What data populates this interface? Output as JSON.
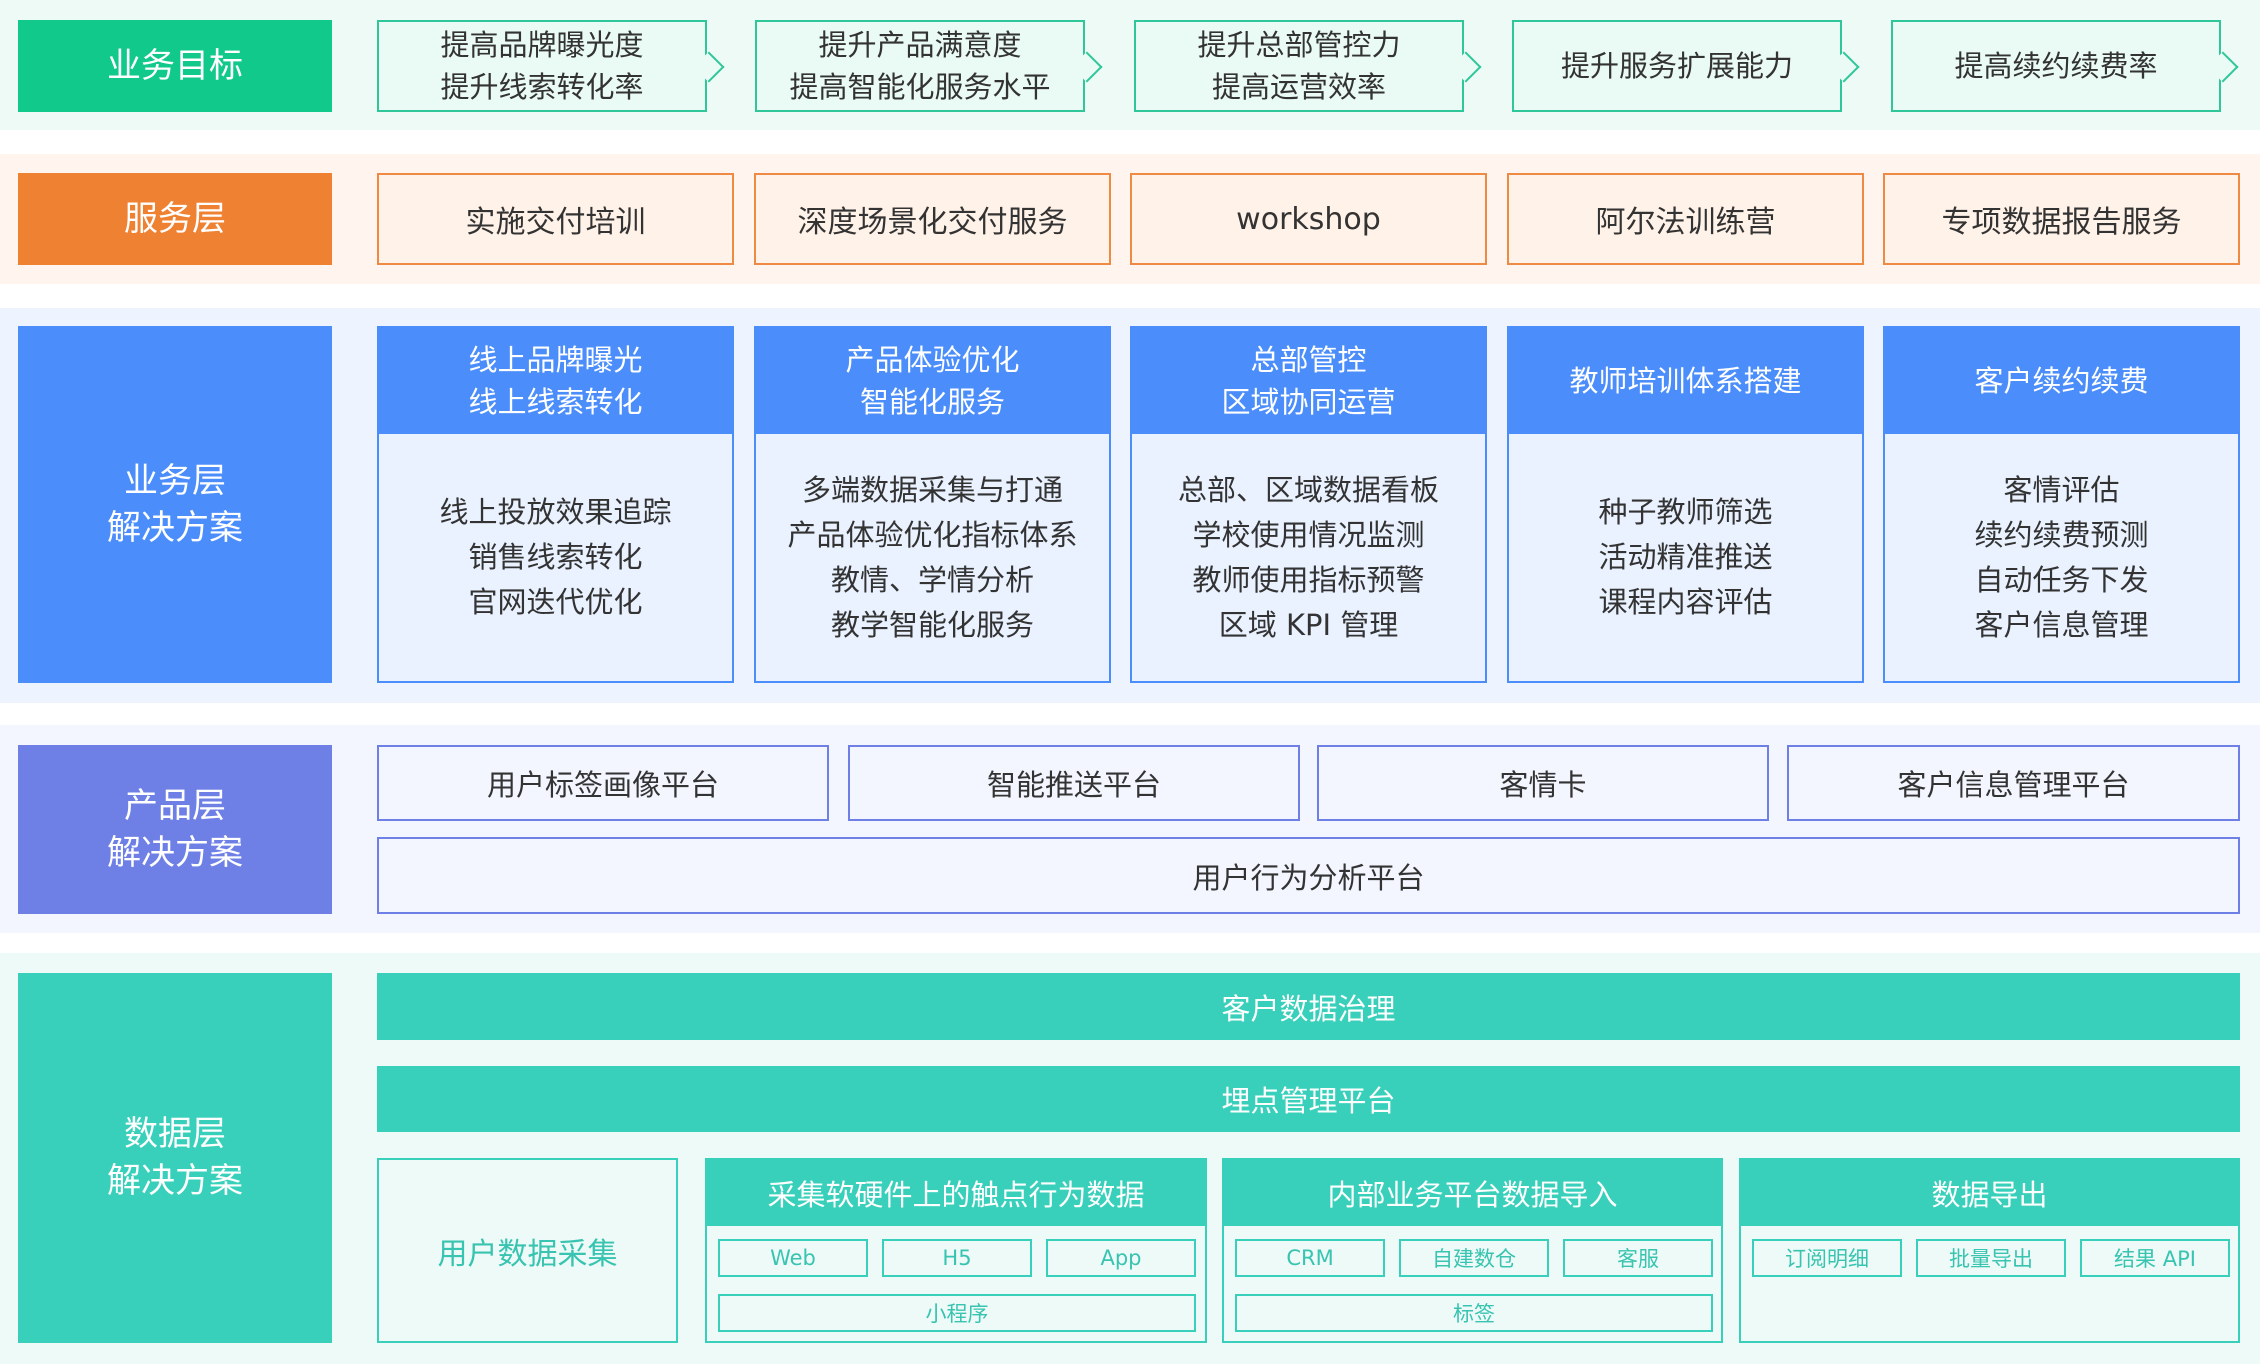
{
  "goal_layer": {
    "label": "业务目标",
    "items": [
      "提高品牌曝光度\n提升线索转化率",
      "提升产品满意度\n提高智能化服务水平",
      "提升总部管控力\n提高运营效率",
      "提升服务扩展能力",
      "提高续约续费率"
    ]
  },
  "service_layer": {
    "label": "服务层",
    "items": [
      "实施交付培训",
      "深度场景化交付服务",
      "workshop",
      "阿尔法训练营",
      "专项数据报告服务"
    ]
  },
  "business_layer": {
    "label": "业务层\n解决方案",
    "cards": [
      {
        "title": "线上品牌曝光\n线上线索转化",
        "body": "线上投放效果追踪\n销售线索转化\n官网迭代优化"
      },
      {
        "title": "产品体验优化\n智能化服务",
        "body": "多端数据采集与打通\n产品体验优化指标体系\n教情、学情分析\n教学智能化服务"
      },
      {
        "title": "总部管控\n区域协同运营",
        "body": "总部、区域数据看板\n学校使用情况监测\n教师使用指标预警\n区域 KPI 管理"
      },
      {
        "title": "教师培训体系搭建",
        "body": "种子教师筛选\n活动精准推送\n课程内容评估"
      },
      {
        "title": "客户续约续费",
        "body": "客情评估\n续约续费预测\n自动任务下发\n客户信息管理"
      }
    ]
  },
  "product_layer": {
    "label": "产品层\n解决方案",
    "items": [
      "用户标签画像平台",
      "智能推送平台",
      "客情卡",
      "客户信息管理平台"
    ],
    "wide": "用户行为分析平台"
  },
  "data_layer": {
    "label": "数据层\n解决方案",
    "bars": [
      "客户数据治理",
      "埋点管理平台"
    ],
    "collect": "用户数据采集",
    "groups": [
      {
        "title": "采集软硬件上的触点行为数据",
        "chips": [
          "Web",
          "H5",
          "App"
        ],
        "wide": "小程序"
      },
      {
        "title": "内部业务平台数据导入",
        "chips": [
          "CRM",
          "自建数仓",
          "客服"
        ],
        "wide": "标签"
      },
      {
        "title": "数据导出",
        "chips": [
          "订阅明细",
          "批量导出",
          "结果 API"
        ],
        "wide": ""
      }
    ]
  },
  "colors": {
    "goal": "#10c98a",
    "service": "#ef8133",
    "business": "#4a8dfb",
    "product": "#6e80e6",
    "data": "#38d0bb"
  }
}
